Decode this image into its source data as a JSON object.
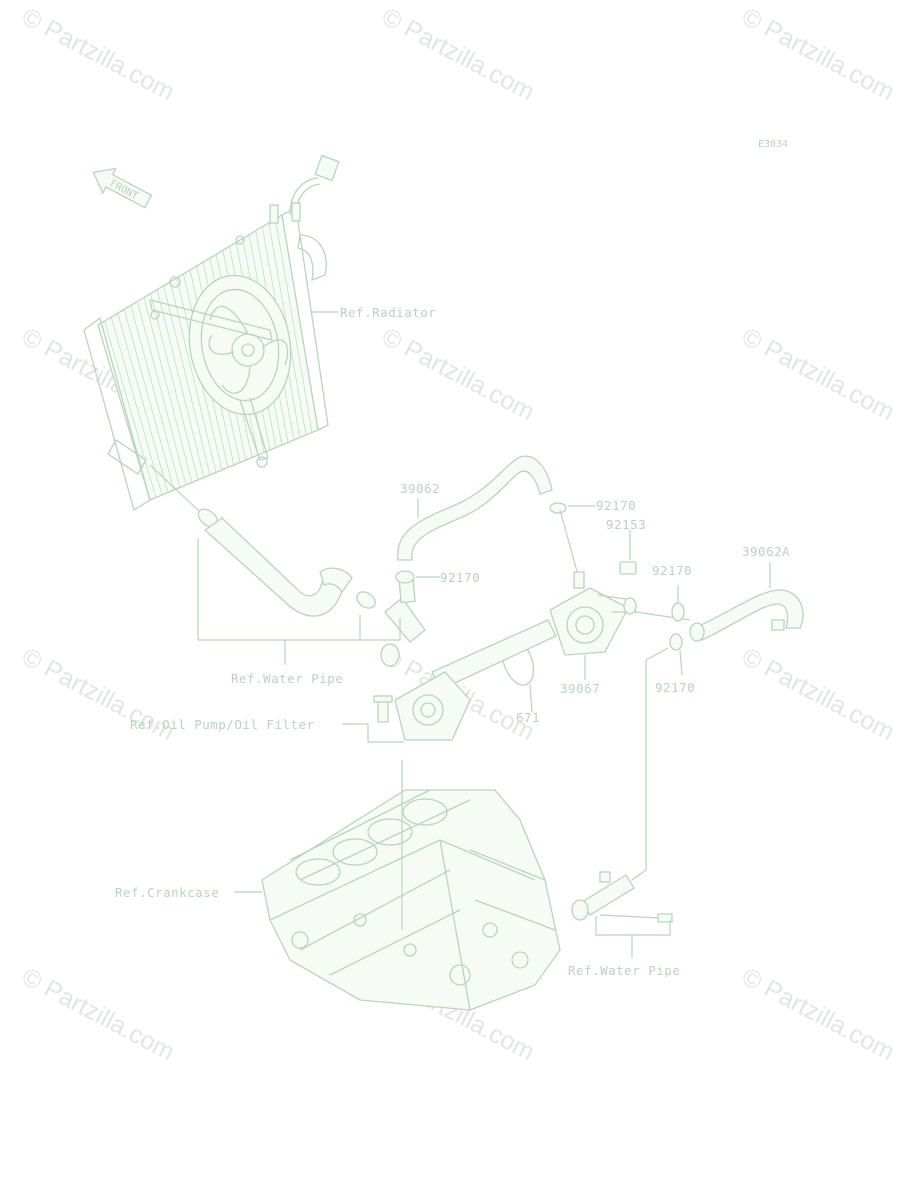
{
  "diagram": {
    "code": "E3034",
    "front_arrow": "FRONT",
    "watermark": "© Partzilla.com",
    "labels": {
      "ref_radiator": "Ref.Radiator",
      "ref_water_pipe_1": "Ref.Water Pipe",
      "ref_oil_pump": "Ref.Oil Pump/Oil Filter",
      "ref_crankcase": "Ref.Crankcase",
      "ref_water_pipe_2": "Ref.Water Pipe"
    },
    "parts": {
      "p39062": "39062",
      "p92170_a": "92170",
      "p92153": "92153",
      "p92170_b": "92170",
      "p92170_c": "92170",
      "p39062a": "39062A",
      "p39067": "39067",
      "p92170_d": "92170",
      "p671": "671"
    }
  },
  "colors": {
    "line": "#b9d4bd",
    "watermark": "#e2e6e2",
    "background": "#ffffff"
  }
}
